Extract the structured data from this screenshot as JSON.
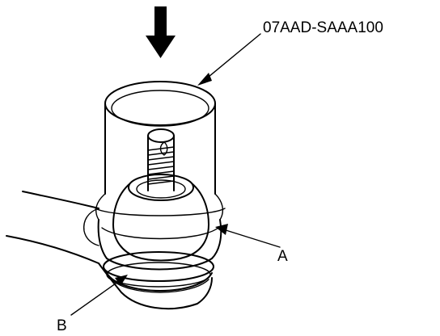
{
  "diagram": {
    "labels": {
      "tool": "07AAD-SAAA100",
      "part_a": "A",
      "part_b": "B"
    },
    "icons": {
      "press_direction": "down-arrow-icon"
    }
  }
}
